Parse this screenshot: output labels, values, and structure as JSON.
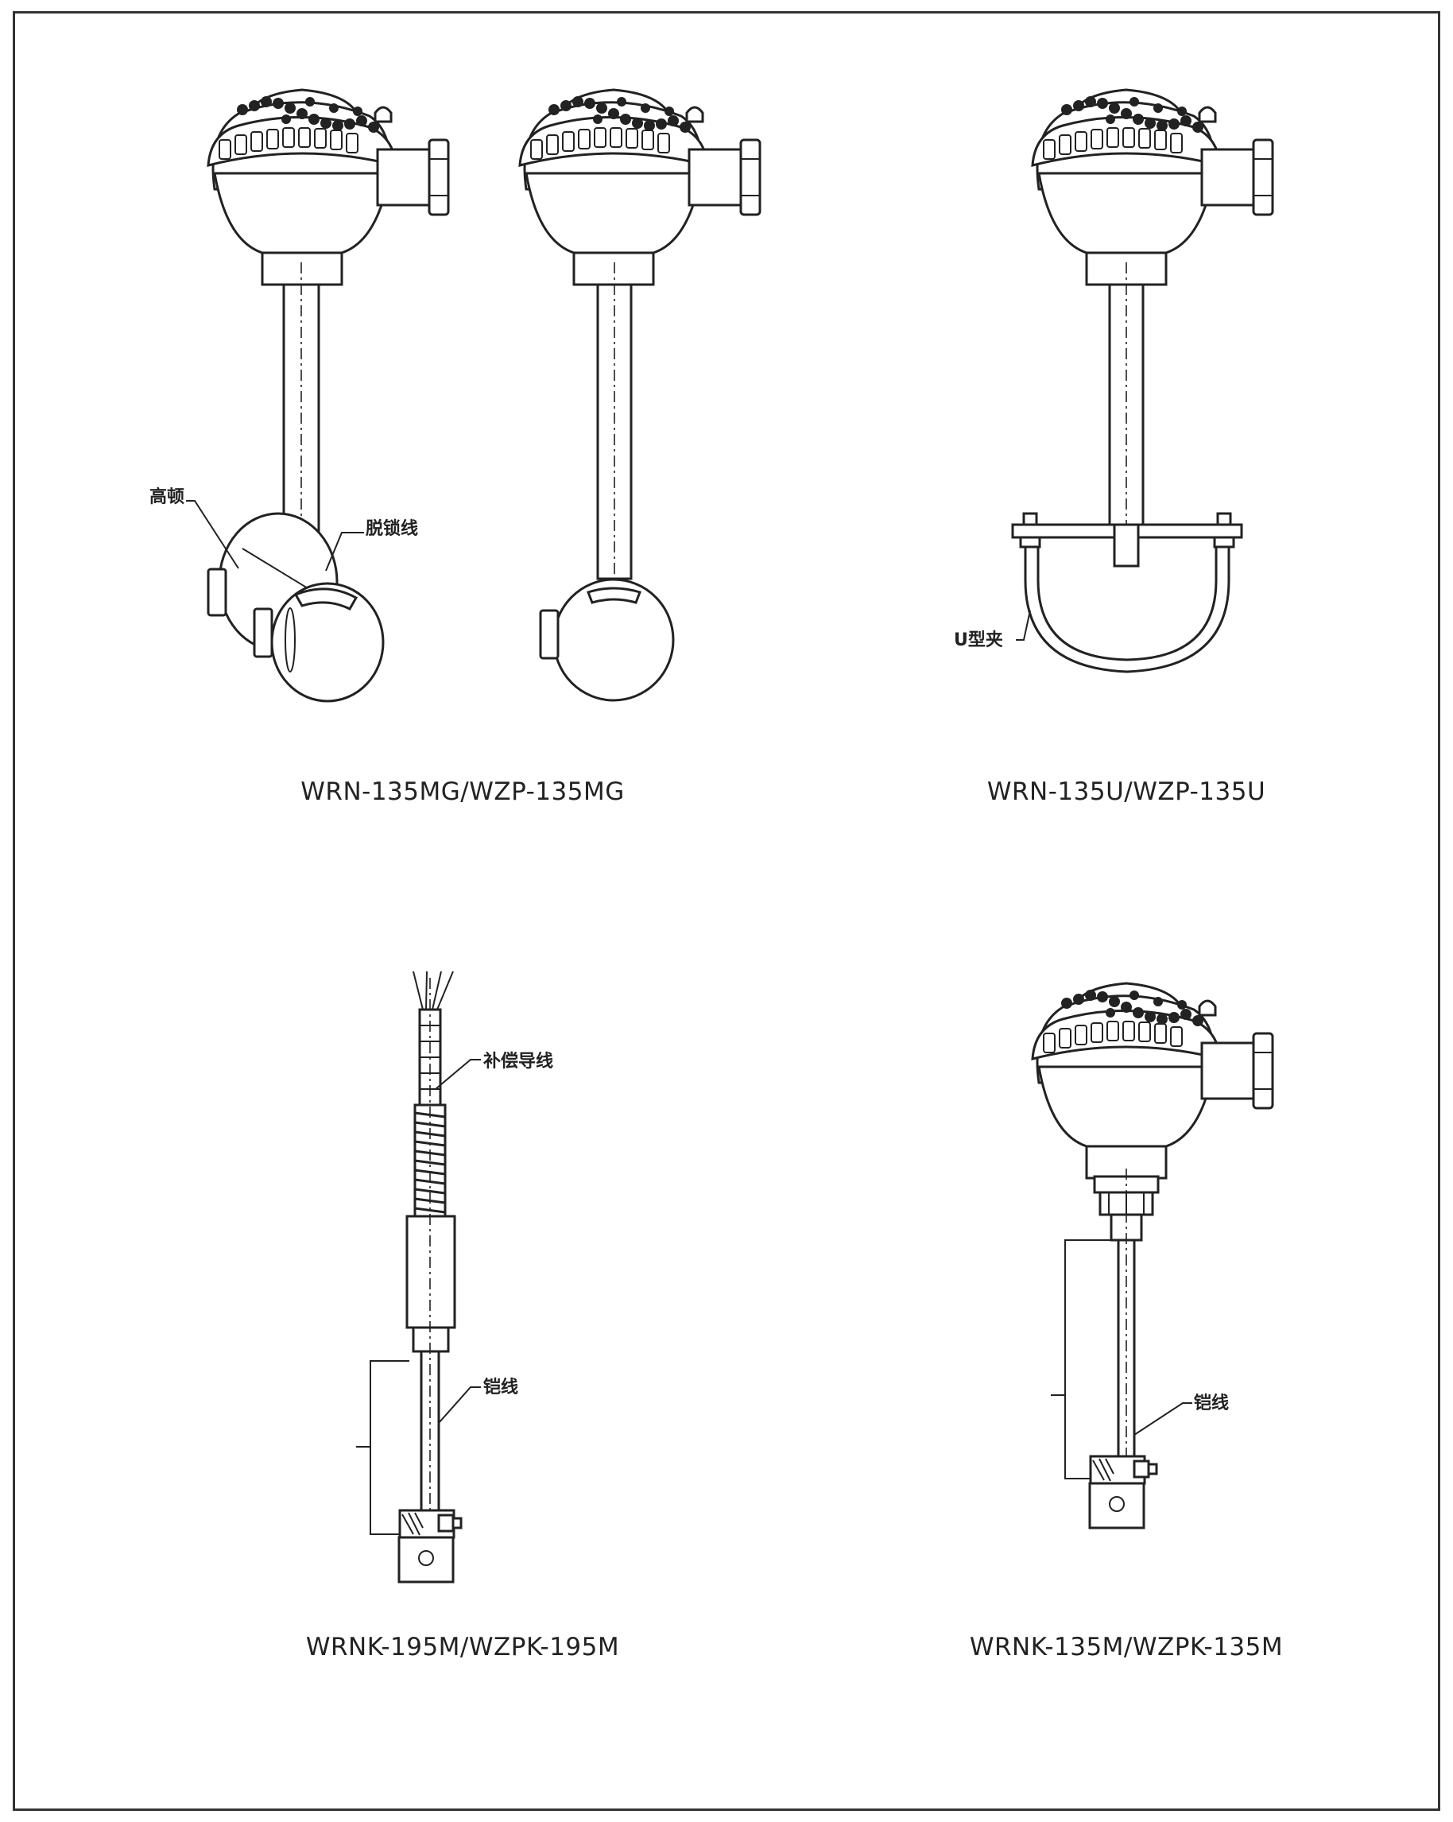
{
  "captions": {
    "top_left": "WRN-135MG/WZP-135MG",
    "top_right": "WRN-135U/WZP-135U",
    "bottom_left": "WRNK-195M/WZPK-195M",
    "bottom_right": "WRNK-135M/WZPK-135M"
  },
  "callouts": {
    "clamp": "高顿",
    "fixing_wire": "脱锁线",
    "u_clamp": "U型夹",
    "lead_wire": "补偿导线",
    "wire_left": "铠线",
    "wire_right": "铠线"
  }
}
